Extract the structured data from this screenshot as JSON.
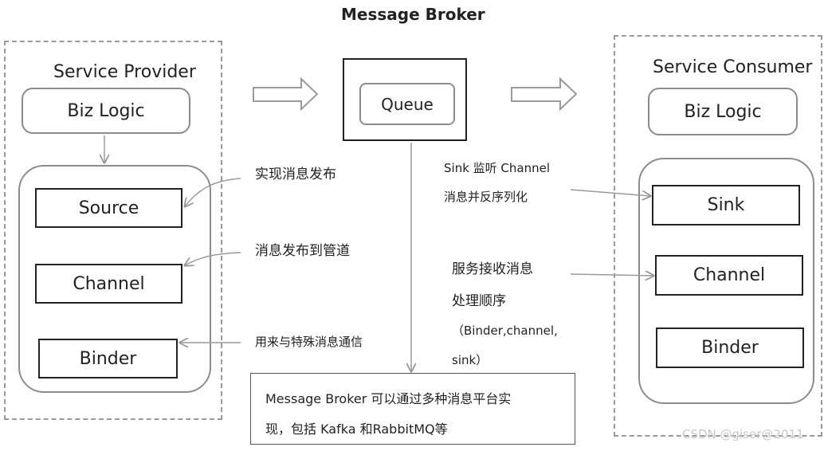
{
  "title": "Message Broker",
  "provider": {
    "label": "Service Provider",
    "biz_logic": "Biz Logic",
    "source": "Source",
    "channel": "Channel",
    "binder": "Binder"
  },
  "broker": {
    "queue": "Queue"
  },
  "consumer": {
    "label": "Service Consumer",
    "biz_logic": "Biz Logic",
    "sink": "Sink",
    "channel": "Channel",
    "binder": "Binder"
  },
  "notes": {
    "publish": "实现消息发布",
    "to_channel": "消息发布到管道",
    "binder_comm": "用来与特殊消息通信",
    "sink_line1": "Sink 监听 Channel",
    "sink_line2": "消息并反序列化",
    "consume_line1": "服务接收消息",
    "consume_line2": "处理顺序",
    "consume_line3": "（Binder,channel,",
    "consume_line4": "sink）",
    "broker_line1": "Message Broker 可以通过多种消息平台实",
    "broker_line2": "现，包括 Kafka 和RabbitMQ等"
  },
  "watermark": "CSDN @giser@2011"
}
